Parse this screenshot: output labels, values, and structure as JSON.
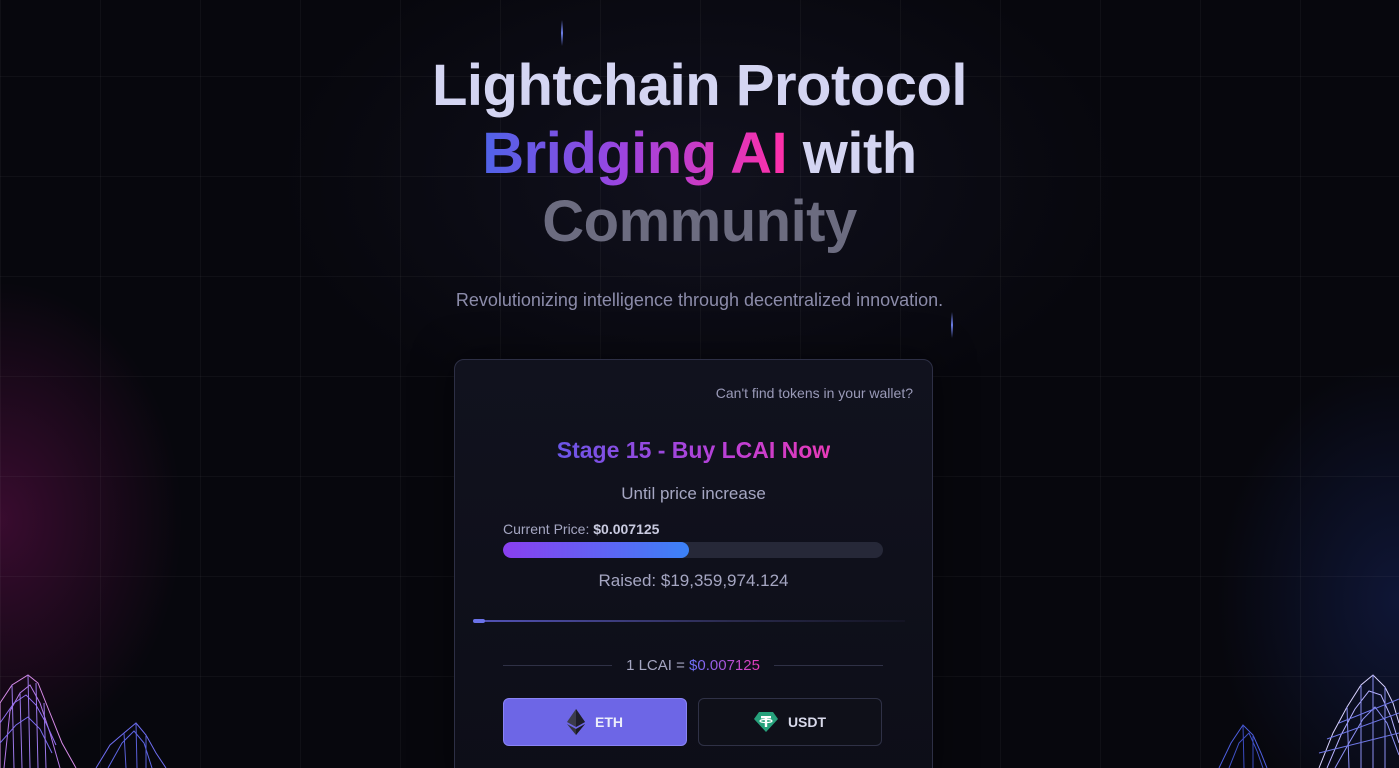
{
  "hero": {
    "title_line1": "Lightchain Protocol",
    "title_line2_highlight": "Bridging AI",
    "title_line2_rest": "with",
    "title_line3": "Community",
    "subtitle": "Revolutionizing intelligence through decentralized innovation."
  },
  "presale": {
    "wallet_help_link": "Can't find tokens in your wallet?",
    "stage_title": "Stage 15 - Buy LCAI Now",
    "until_text": "Until price increase",
    "current_price_label": "Current Price:",
    "current_price_value": "$0.007125",
    "progress_fraction": 0.49,
    "raised_text": "Raised: $19,359,974.124",
    "rate_prefix": "1 LCAI =",
    "rate_value": "$0.007125",
    "pay_options": [
      {
        "label": "ETH",
        "icon": "ethereum-icon",
        "selected": true
      },
      {
        "label": "USDT",
        "icon": "tether-icon",
        "selected": false
      }
    ]
  },
  "colors": {
    "accent_purple": "#6d66e6",
    "gradient_start": "#4f63e8",
    "gradient_end": "#ff2fa8",
    "tether_green": "#26a17b"
  }
}
